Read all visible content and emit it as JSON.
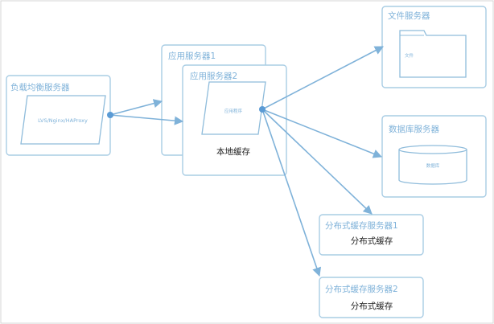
{
  "nodes": {
    "load_balancer": {
      "title": "负载均衡服务器",
      "content": "LVS/Nginx/HAProxy"
    },
    "app_server_1": {
      "title": "应用服务器1"
    },
    "app_server_2": {
      "title": "应用服务器2",
      "program": "应用程序",
      "local_cache": "本地缓存"
    },
    "file_server": {
      "title": "文件服务器",
      "folder": "文件"
    },
    "db_server": {
      "title": "数据库服务器",
      "database": "数据库"
    },
    "dist_cache_1": {
      "title": "分布式缓存服务器1",
      "content": "分布式缓存"
    },
    "dist_cache_2": {
      "title": "分布式缓存服务器2",
      "content": "分布式缓存"
    }
  },
  "colors": {
    "box_border": "#a9cde4",
    "title_text": "#7fb2d9",
    "arrow": "#7fb2d9",
    "dot": "#5b9bd5",
    "body_text": "#222222"
  }
}
